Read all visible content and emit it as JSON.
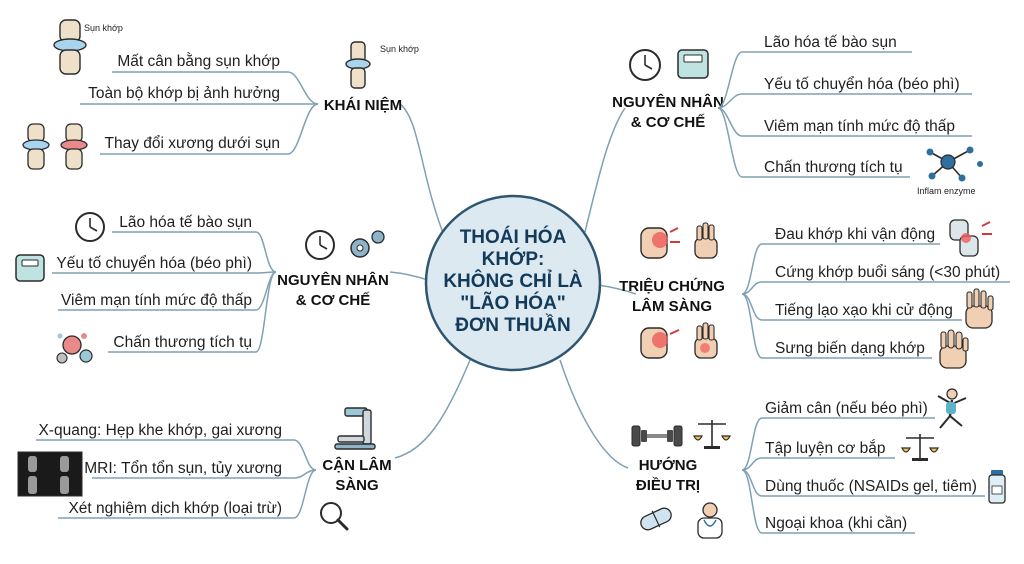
{
  "center": {
    "lines": [
      "THOÁI HÓA",
      "KHỚP:",
      "KHÔNG CHỈ LÀ",
      "\"LÃO HÓA\"",
      "ĐƠN THUẦN"
    ]
  },
  "colors": {
    "center_fill": "#dde9f0",
    "center_stroke": "#2f5670",
    "connector": "#7fa1b4",
    "text": "#1f1f1f"
  },
  "branches": {
    "concept": {
      "title": [
        "KHÁI NIỆM"
      ],
      "image_label": "Sụn khớp",
      "items": [
        {
          "label": "Mất cân bằng sụn khớp",
          "icon": "knee-cartilage-icon",
          "icon_label": "Sụn khớp"
        },
        {
          "label": "Toàn bộ khớp bị ảnh hưởng"
        },
        {
          "label": "Thay đổi xương dưới sụn",
          "icon": "knee-compare-icon"
        }
      ]
    },
    "cause_left": {
      "title": [
        "NGUYÊN NHÂN",
        "& CƠ CHẾ"
      ],
      "items": [
        {
          "label": "Lão hóa tế bào sụn",
          "icon": "clock-icon"
        },
        {
          "label": "Yếu tố chuyển hóa (béo phì)",
          "icon": "scale-icon"
        },
        {
          "label": "Viêm mạn tính mức độ thấp"
        },
        {
          "label": "Chấn thương tích tụ",
          "icon": "inflammation-cells-icon"
        }
      ]
    },
    "paraclinical": {
      "title": [
        "CẬN LÂM",
        "SÀNG"
      ],
      "items": [
        {
          "label": "X-quang: Hẹp khe khớp, gai xương"
        },
        {
          "label": "MRI: Tổn tổn sụn, tủy xương",
          "icon": "xray-image-icon"
        },
        {
          "label": "Xét nghiệm dịch khớp (loại trừ)"
        }
      ]
    },
    "cause_right": {
      "title": [
        "NGUYÊN NHÂN",
        "& CƠ CHẾ"
      ],
      "items": [
        {
          "label": "Lão hóa tế bào sụn"
        },
        {
          "label": "Yếu tố chuyển hóa (béo phì)"
        },
        {
          "label": "Viêm mạn tính mức độ thấp"
        },
        {
          "label": "Chấn thương tích tụ",
          "icon": "enzyme-molecule-icon",
          "icon_label": "Inflam enzyme"
        }
      ]
    },
    "symptoms": {
      "title": [
        "TRIỆU CHỨNG",
        "LÂM SÀNG"
      ],
      "items": [
        {
          "label": "Đau khớp khi vận động",
          "icon": "painful-knee-icon"
        },
        {
          "label": "Cứng khớp buổi sáng (<30 phút)"
        },
        {
          "label": "Tiếng lạo xạo khi cử động",
          "icon": "hand-icon"
        },
        {
          "label": "Sưng biến dạng khớp",
          "icon": "deformed-hand-icon"
        }
      ]
    },
    "treatment": {
      "title": [
        "HƯỚNG",
        "ĐIỀU TRỊ"
      ],
      "items": [
        {
          "label": "Giảm cân (nếu béo phì)",
          "icon": "exercise-person-icon"
        },
        {
          "label": "Tập luyện cơ bắp",
          "icon": "balance-scale-icon"
        },
        {
          "label": "Dùng thuốc (NSAIDs gel, tiêm)",
          "icon": "medicine-vial-icon"
        },
        {
          "label": "Ngoại khoa (khi cần)"
        }
      ]
    }
  }
}
